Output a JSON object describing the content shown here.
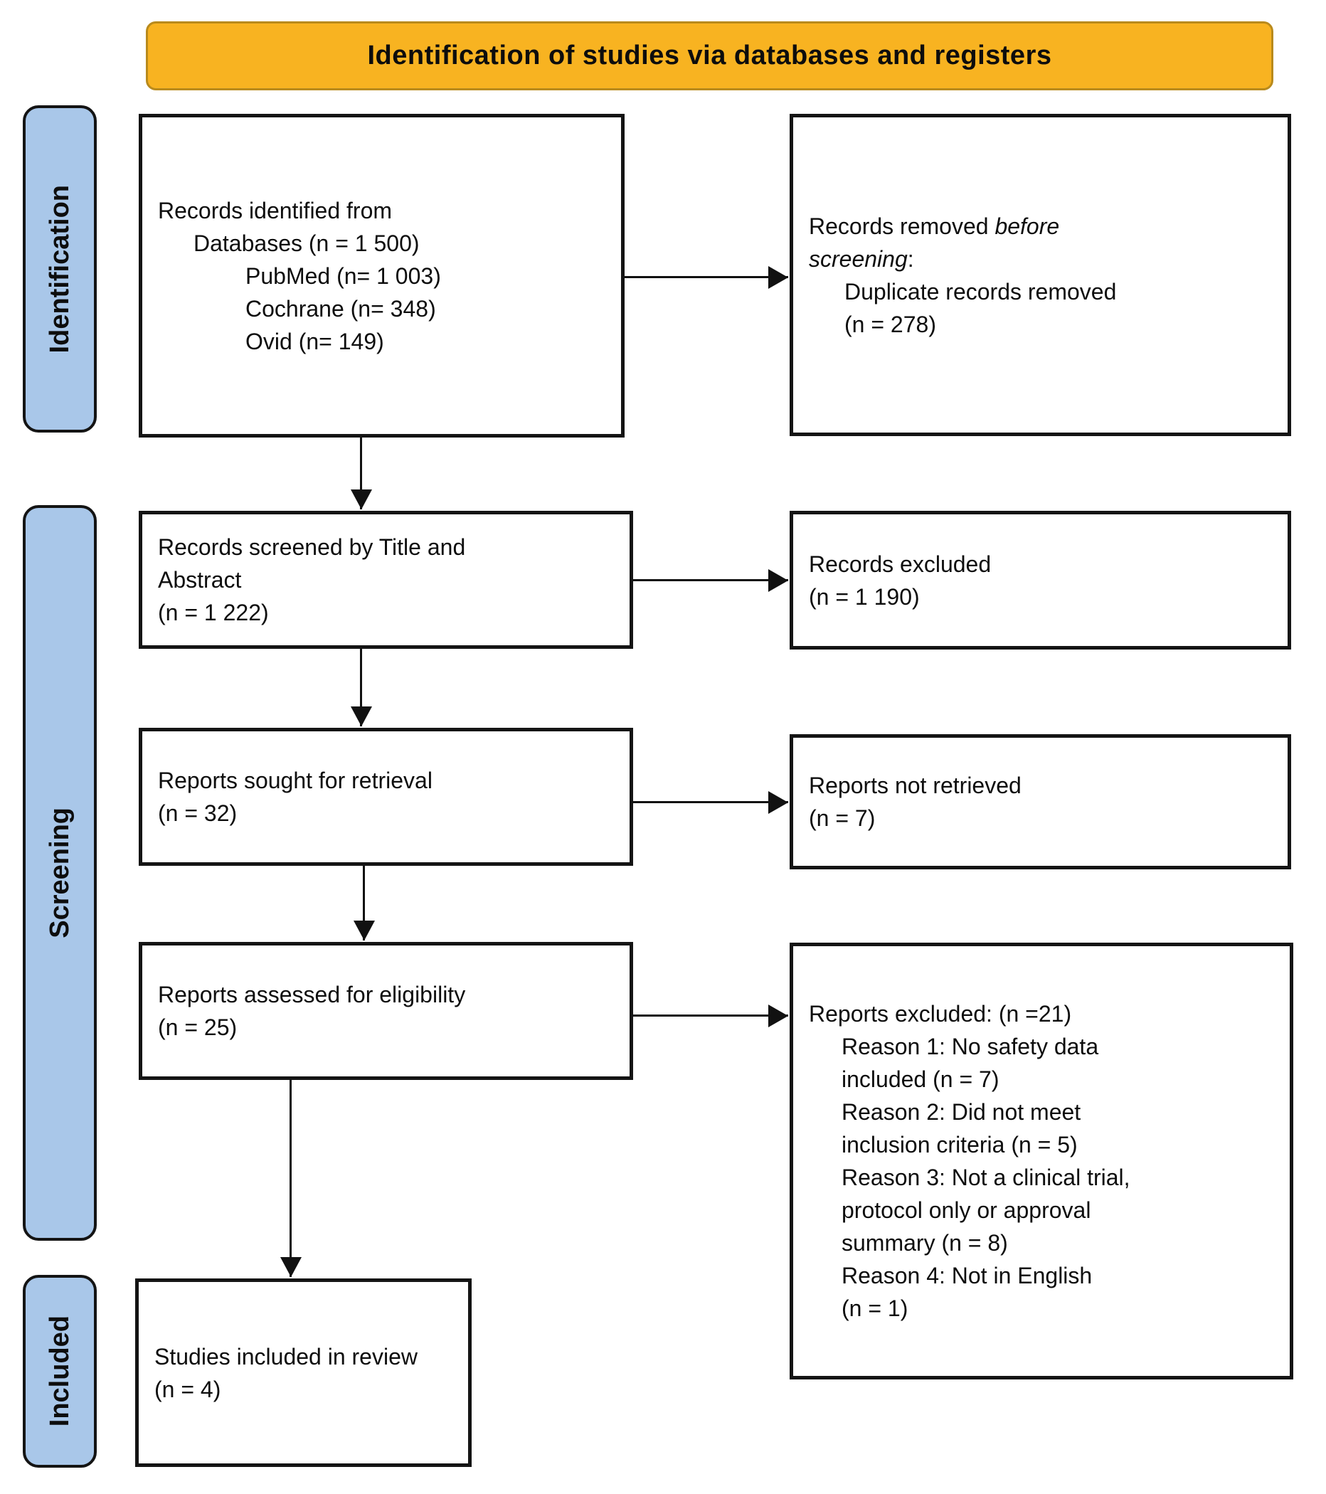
{
  "header": {
    "label": "Identification of studies via databases and registers",
    "bg_color": "#F8B321",
    "border_color": "#B98A1C"
  },
  "stages": {
    "bg_color": "#A9C7E9",
    "identification": "Identification",
    "screening": "Screening",
    "included": "Included"
  },
  "flow": {
    "records_identified": {
      "lines": [
        "Records identified from",
        "Databases (n = 1 500)",
        "PubMed (n= 1 003)",
        "Cochrane (n= 348)",
        "Ovid (n= 149)"
      ]
    },
    "records_removed": {
      "line1": {
        "normal": "Records removed ",
        "italic": "before"
      },
      "line2": {
        "italic": "screening",
        "suffix": ":"
      },
      "line3": "Duplicate records removed",
      "line4": "(n = 278)"
    },
    "records_screened": {
      "lines": [
        "Records screened by Title and",
        "Abstract",
        "(n = 1 222)"
      ]
    },
    "records_excluded": {
      "lines": [
        "Records excluded",
        "(n = 1 190)"
      ]
    },
    "reports_sought": {
      "lines": [
        "Reports sought for retrieval",
        "(n = 32)"
      ]
    },
    "reports_not_retrieved": {
      "lines": [
        "Reports not retrieved",
        "(n = 7)"
      ]
    },
    "reports_assessed": {
      "lines": [
        "Reports assessed for eligibility",
        "(n = 25)"
      ]
    },
    "reports_excluded_reasons": {
      "lines": [
        "Reports excluded: (n =21)",
        "Reason 1: No safety data",
        "included (n = 7)",
        "Reason 2: Did not meet",
        "inclusion criteria (n = 5)",
        "Reason 3: Not a clinical trial,",
        "protocol only or approval",
        "summary (n = 8)",
        "Reason 4: Not in English",
        "(n = 1)"
      ]
    },
    "studies_included": {
      "lines": [
        "Studies included in review",
        "(n = 4)"
      ]
    }
  }
}
